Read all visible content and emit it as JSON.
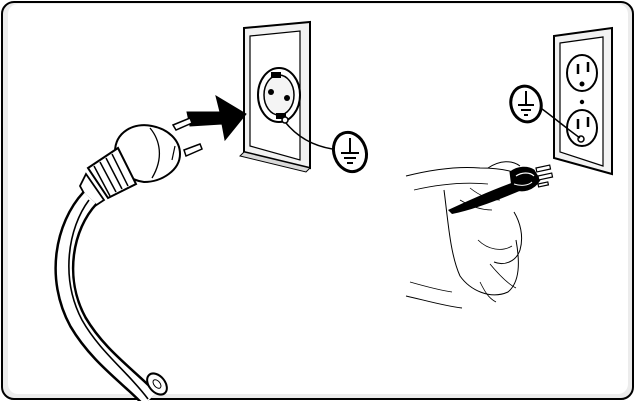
{
  "figure": {
    "panels": [
      {
        "id": "left",
        "plug_type": "schuko-plug",
        "outlet_type": "schuko-outlet",
        "icons": [
          "arrow-right-icon",
          "ground-symbol-icon"
        ]
      },
      {
        "id": "right",
        "plug_type": "us-three-prong-plug",
        "outlet_type": "us-duplex-outlet",
        "icons": [
          "ground-symbol-icon"
        ]
      }
    ],
    "colors": {
      "stroke": "#000000",
      "panel_fill": "#ececec",
      "background": "#ffffff"
    }
  }
}
